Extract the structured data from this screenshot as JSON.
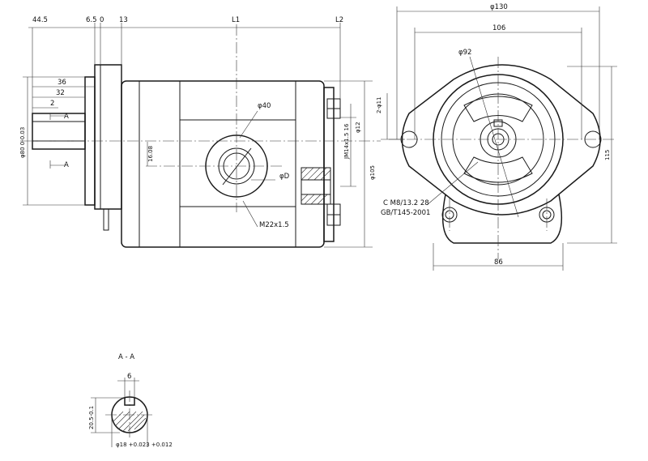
{
  "side_view": {
    "dims": {
      "d44_5": "44.5",
      "d6_5": "6.5",
      "d0": "0",
      "d13": "13",
      "L1": "L1",
      "L2": "L2",
      "d36": "36",
      "d32": "32",
      "d2": "2",
      "section_a_top": "A",
      "section_a_bottom": "A",
      "phi80": "φ80 0-0.03",
      "phi40": "φ40",
      "d16_08": "16.08",
      "phiD": "φD",
      "m22": "M22x1.5",
      "m14": "JM14x1.5 16",
      "phi12": "φ12",
      "phi105": "φ105"
    }
  },
  "front_view": {
    "dims": {
      "phi130": "φ130",
      "d106": "106",
      "phi92": "φ92",
      "hole2": "2-φ11",
      "d115": "115",
      "d86": "86",
      "note1": "C M8/13.2  28",
      "note2": "GB/T145-2001"
    }
  },
  "section_view": {
    "title": "A - A",
    "dims": {
      "key6": "6",
      "d20_5": "20.5-0.1",
      "phi18": "φ18 +0.023 +0.012"
    }
  }
}
